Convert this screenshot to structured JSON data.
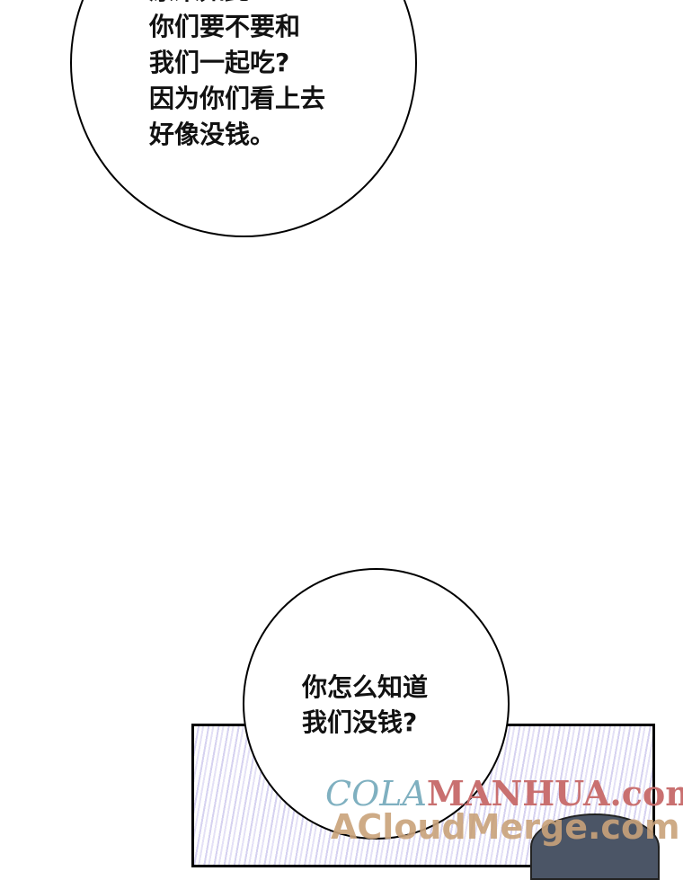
{
  "bubble_top": {
    "lines": [
      "原来如此",
      "你们要不要和",
      "我们一起吃?",
      "因为你们看上去",
      "好像没钱。"
    ]
  },
  "bubble_bottom": {
    "lines": [
      "你怎么知道",
      "我们没钱?"
    ]
  },
  "watermark": {
    "cola": "COLA",
    "manhua": "MANHUA.com",
    "second": "ACloudMerge.com"
  }
}
